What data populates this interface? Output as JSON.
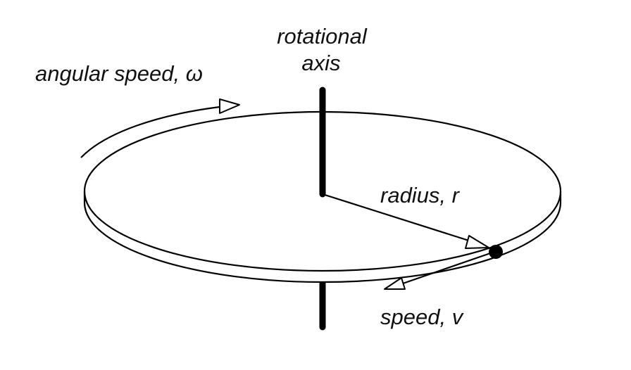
{
  "diagram": {
    "labels": {
      "axis_line1": "rotational",
      "axis_line2": "axis",
      "angular_speed": "angular speed, ω",
      "radius": "radius, r",
      "speed": "speed, v"
    }
  }
}
